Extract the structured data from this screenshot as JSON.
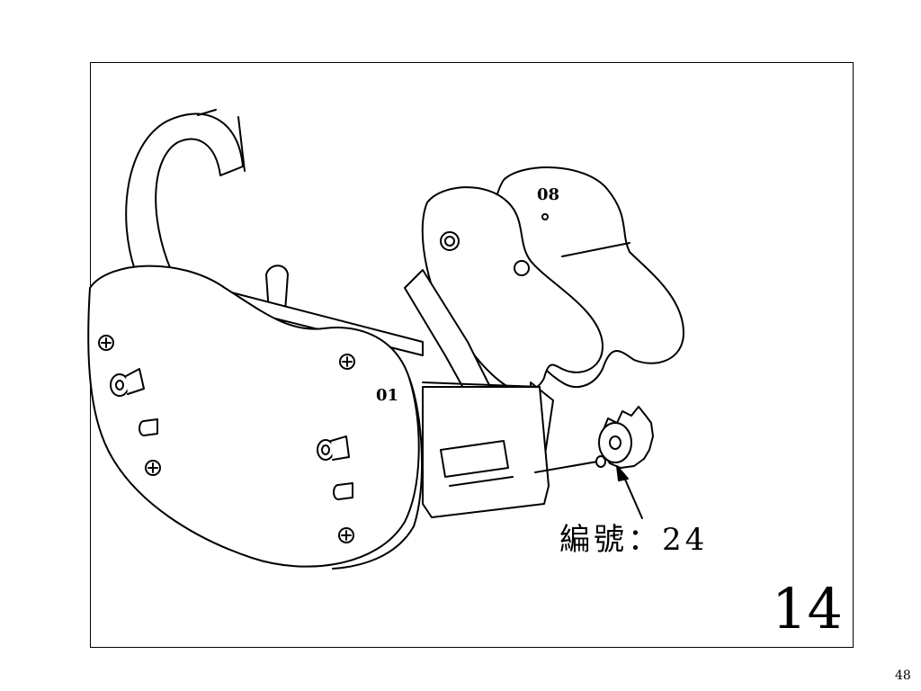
{
  "slide": {
    "step_number": "14",
    "part_callout": "編號：24",
    "page_number": "48"
  },
  "part_labels": {
    "plate_front": "01",
    "plate_rear": "08"
  },
  "colors": {
    "line": "#000000",
    "fill": "#ffffff"
  }
}
